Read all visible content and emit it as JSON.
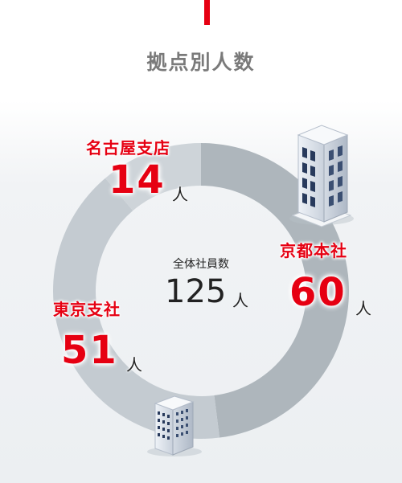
{
  "header": {
    "title": "拠点別人数"
  },
  "center": {
    "label": "全体社員数",
    "total": "125",
    "unit": "人"
  },
  "chart_data": {
    "type": "pie",
    "donut": true,
    "total": 125,
    "unit": "人",
    "categories": [
      "京都本社",
      "東京支社",
      "名古屋支店"
    ],
    "values": [
      60,
      51,
      14
    ],
    "colors": [
      "#aeb6bc",
      "#c4cbd1",
      "#ced4d9"
    ]
  },
  "locations": [
    {
      "name": "名古屋支店",
      "count": "14",
      "unit": "人"
    },
    {
      "name": "京都本社",
      "count": "60",
      "unit": "人"
    },
    {
      "name": "東京支社",
      "count": "51",
      "unit": "人"
    }
  ],
  "colors": {
    "accent": "#e60012",
    "title": "#7a7a7a",
    "text": "#222222"
  }
}
